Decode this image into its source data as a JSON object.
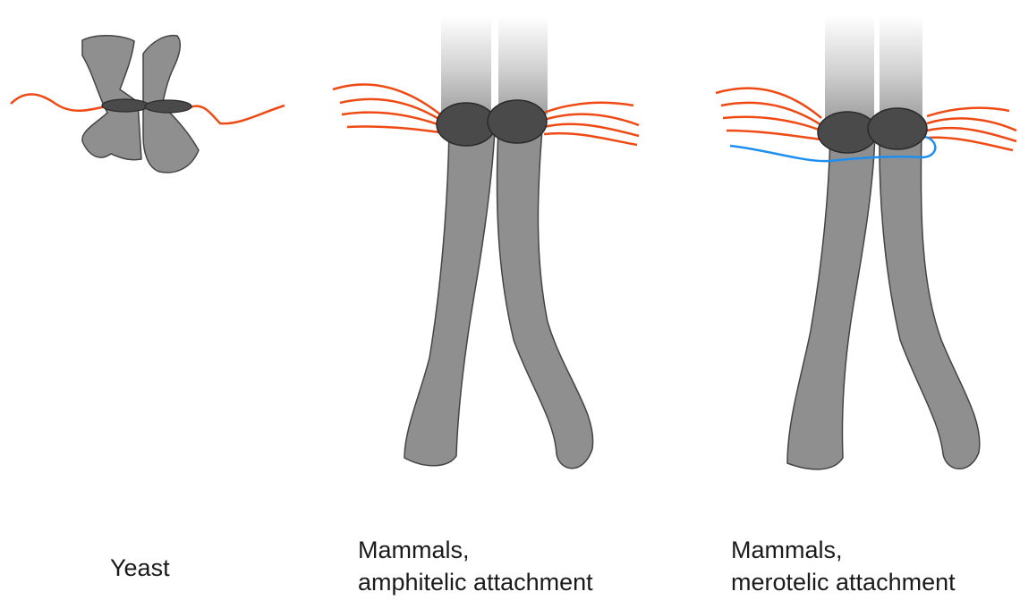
{
  "panels": [
    {
      "id": "yeast",
      "caption_lines": [
        "Yeast"
      ]
    },
    {
      "id": "amphitelic",
      "caption_lines": [
        "Mammals,",
        "amphitelic attachment"
      ]
    },
    {
      "id": "merotelic",
      "caption_lines": [
        "Mammals,",
        "merotelic attachment"
      ]
    }
  ],
  "colors": {
    "chromatid_fill": "#8f8f8f",
    "chromatid_stroke": "#444444",
    "kinetochore_fill": "#4a4a4a",
    "microtubule_red": "#f04a14",
    "microtubule_blue": "#1f8fef",
    "background": "#ffffff"
  }
}
